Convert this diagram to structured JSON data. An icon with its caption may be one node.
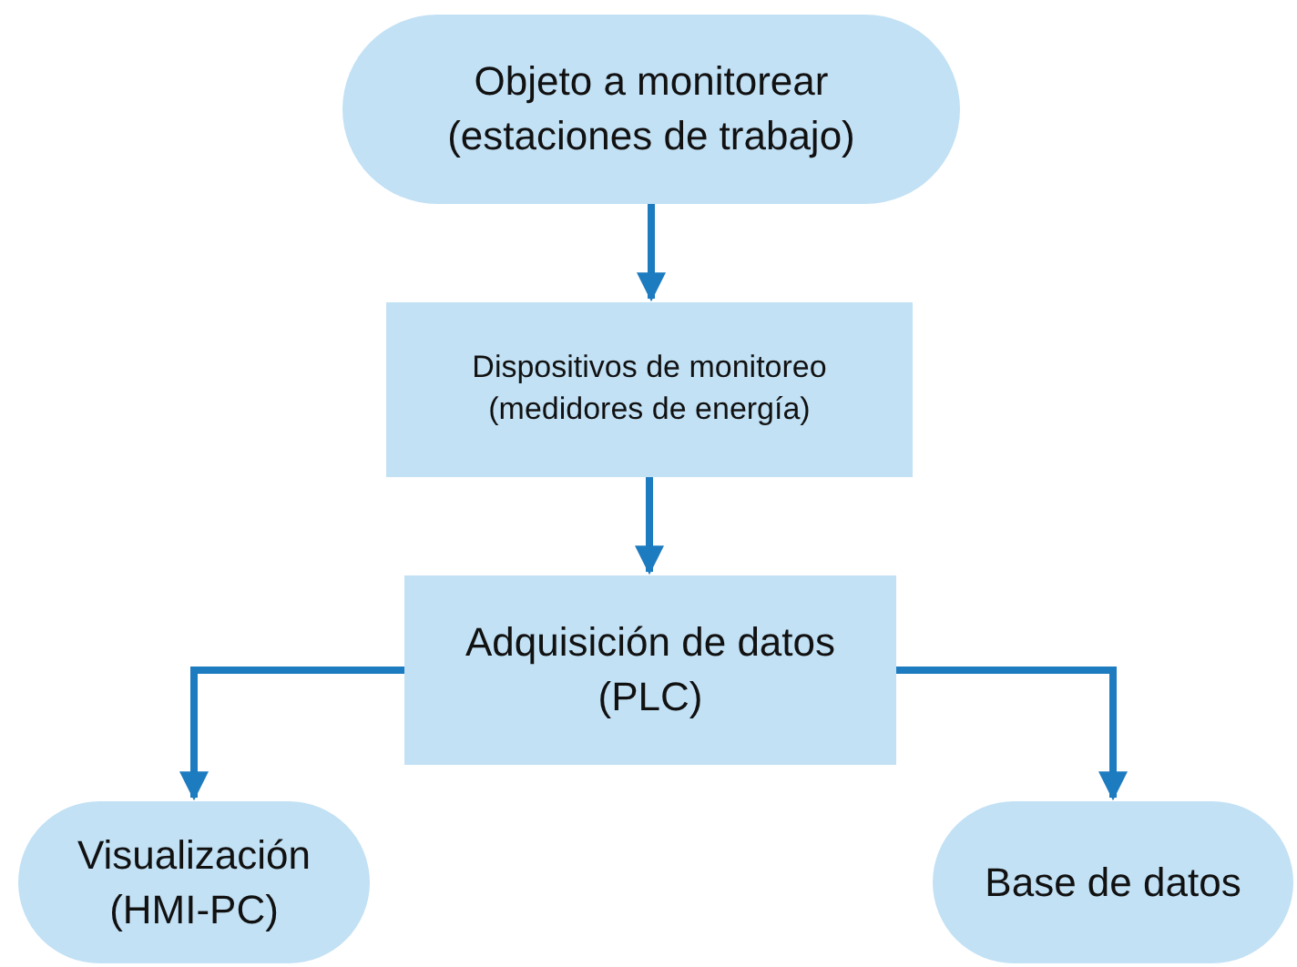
{
  "diagram": {
    "nodes": [
      {
        "text": [
          "Objeto a monitorear (estaciones de trabajo)"
        ]
      },
      {
        "text": [
          "Dispositivos de monitoreo (medidores de energía)"
        ]
      },
      {
        "text": [
          "Adquisición de datos (PLC)"
        ]
      },
      {
        "text": [
          "Visualización (HMI-PC)"
        ]
      },
      {
        "text": [
          "Base de datos"
        ]
      }
    ],
    "edges": [
      {
        "from": 0,
        "to": 1,
        "arrow": "to"
      },
      {
        "from": 1,
        "to": 2,
        "arrow": "to"
      },
      {
        "from": 2,
        "to": 3,
        "arrow": "to"
      },
      {
        "from": 2,
        "to": 4,
        "arrow": "to"
      }
    ]
  }
}
